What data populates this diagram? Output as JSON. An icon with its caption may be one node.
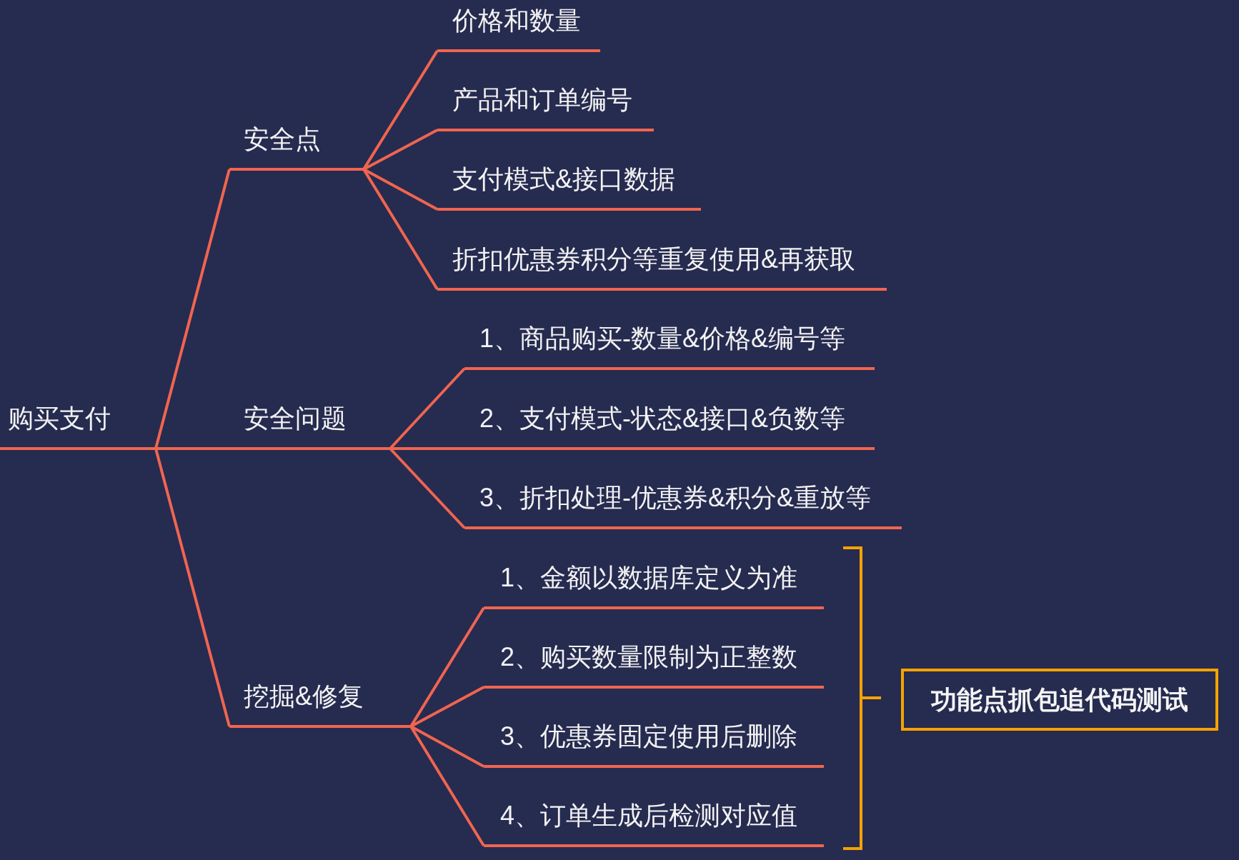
{
  "diagram": {
    "nodes": [
      {
        "text": [
          "购买支付"
        ]
      },
      {
        "text": [
          "安全点"
        ]
      },
      {
        "text": [
          "价格和数量"
        ]
      },
      {
        "text": [
          "产品和订单编号"
        ]
      },
      {
        "text": [
          "支付模式&接口数据"
        ]
      },
      {
        "text": [
          "折扣优惠券积分等重复使用&再获取"
        ]
      },
      {
        "text": [
          "安全问题"
        ]
      },
      {
        "text": [
          "1、商品购买-数量&价格&编号等"
        ]
      },
      {
        "text": [
          "2、支付模式-状态&接口&负数等"
        ]
      },
      {
        "text": [
          "3、折扣处理-优惠券&积分&重放等"
        ]
      },
      {
        "text": [
          "挖掘&修复"
        ]
      },
      {
        "text": [
          "1、金额以数据库定义为准"
        ]
      },
      {
        "text": [
          "2、购买数量限制为正整数"
        ]
      },
      {
        "text": [
          "3、优惠券固定使用后删除"
        ]
      },
      {
        "text": [
          "4、订单生成后检测对应值"
        ]
      },
      {
        "text": [
          "功能点抓包追代码测试"
        ]
      }
    ],
    "edges": [
      {
        "from": 0,
        "to": 1,
        "arrow": "none"
      },
      {
        "from": 0,
        "to": 6,
        "arrow": "none"
      },
      {
        "from": 0,
        "to": 10,
        "arrow": "none"
      },
      {
        "from": 1,
        "to": 2,
        "arrow": "none"
      },
      {
        "from": 1,
        "to": 3,
        "arrow": "none"
      },
      {
        "from": 1,
        "to": 4,
        "arrow": "none"
      },
      {
        "from": 1,
        "to": 5,
        "arrow": "none"
      },
      {
        "from": 6,
        "to": 7,
        "arrow": "none"
      },
      {
        "from": 6,
        "to": 8,
        "arrow": "none"
      },
      {
        "from": 6,
        "to": 9,
        "arrow": "none"
      },
      {
        "from": 10,
        "to": 11,
        "arrow": "none"
      },
      {
        "from": 10,
        "to": 12,
        "arrow": "none"
      },
      {
        "from": 10,
        "to": 13,
        "arrow": "none"
      },
      {
        "from": 10,
        "to": 14,
        "arrow": "none"
      }
    ]
  }
}
